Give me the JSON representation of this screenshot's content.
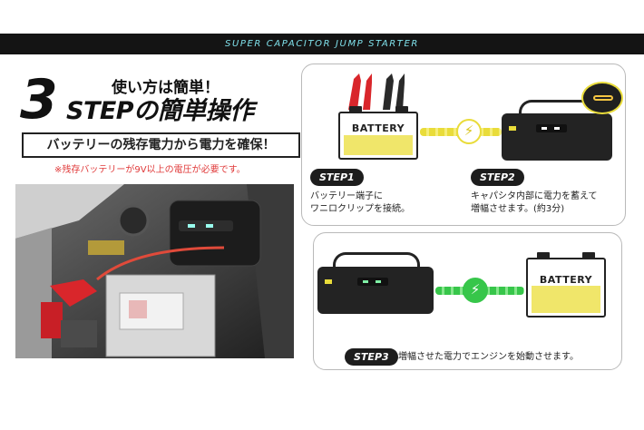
{
  "banner": {
    "title": "SUPER CAPACITOR JUMP STARTER"
  },
  "left": {
    "subtitle": "使い方は簡単！",
    "big_number": "3",
    "heading": "STEPの簡単操作",
    "tagline": "バッテリーの残存電力から電力を確保！",
    "note": "※残存バッテリーが9V以上の電圧が必要です。"
  },
  "steps": [
    {
      "label": "STEP1",
      "desc_line1": "バッテリー端子に",
      "desc_line2": "ワニロクリップを接続。"
    },
    {
      "label": "STEP2",
      "desc_line1": "キャパシタ内部に電力を蓄えて",
      "desc_line2": "増幅させます。(約3分)"
    },
    {
      "label": "STEP3",
      "desc_line1": "増幅させた電力でエンジンを始動させます。"
    }
  ],
  "battery_text": "BATTERY",
  "colors": {
    "banner_bg": "#141414",
    "banner_text": "#7fe0ea",
    "yellow": "#e9dc3a",
    "green": "#37c64a",
    "note_red": "#e03a3a",
    "clamp_red": "#d9262b"
  },
  "icons": {
    "bolt": "⚡"
  }
}
